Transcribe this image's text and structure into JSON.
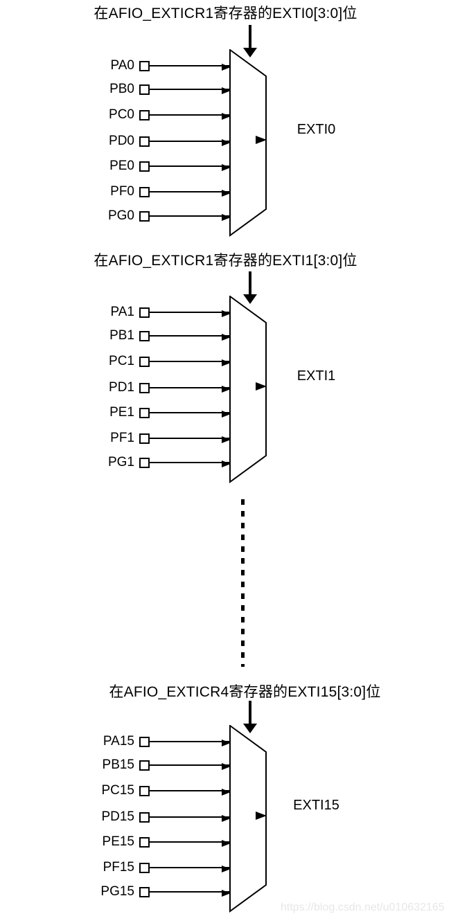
{
  "diagram": {
    "colors": {
      "line": "#000000",
      "background": "#ffffff",
      "watermark_text": "#e7e7e7"
    },
    "blocks": [
      {
        "title": "在AFIO_EXTICR1寄存器的EXTI0[3:0]位",
        "inputs": [
          "PA0",
          "PB0",
          "PC0",
          "PD0",
          "PE0",
          "PF0",
          "PG0"
        ],
        "output": "EXTI0"
      },
      {
        "title": "在AFIO_EXTICR1寄存器的EXTI1[3:0]位",
        "inputs": [
          "PA1",
          "PB1",
          "PC1",
          "PD1",
          "PE1",
          "PF1",
          "PG1"
        ],
        "output": "EXTI1"
      },
      {
        "title": "在AFIO_EXTICR4寄存器的EXTI15[3:0]位",
        "inputs": [
          "PA15",
          "PB15",
          "PC15",
          "PD15",
          "PE15",
          "PF15",
          "PG15"
        ],
        "output": "EXTI15"
      }
    ],
    "watermark": "https://blog.csdn.net/u010632165"
  }
}
